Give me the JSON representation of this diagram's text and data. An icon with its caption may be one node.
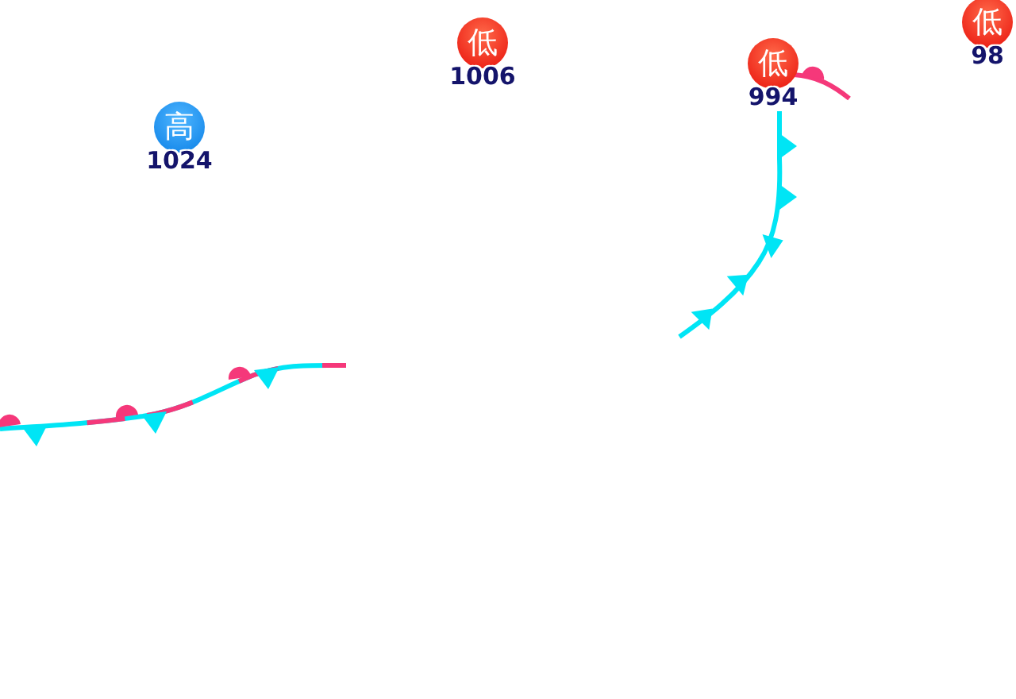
{
  "diagram": {
    "nodes": [
      {
        "text": [
          "低"
        ],
        "beside": [
          "98"
        ]
      },
      {
        "text": [
          "低"
        ],
        "beside": [
          "1006"
        ]
      },
      {
        "text": [
          "低"
        ],
        "beside": [
          "994"
        ]
      },
      {
        "text": [
          "高"
        ],
        "beside": [
          "1024"
        ]
      }
    ]
  }
}
